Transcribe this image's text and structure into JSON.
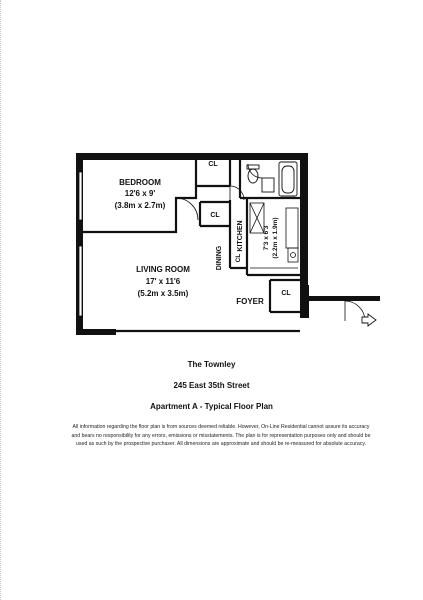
{
  "rooms": {
    "bedroom": {
      "name": "BEDROOM",
      "dim_ft": "12'6 x 9'",
      "dim_m": "(3.8m x 2.7m)"
    },
    "living": {
      "name": "LIVING ROOM",
      "dim_ft": "17' x 11'6",
      "dim_m": "(5.2m x 3.5m)"
    },
    "kitchen": {
      "name": "KITCHEN",
      "dim_ft": "7'3 x 6'3",
      "dim_m": "(2.2m x 1.9m)"
    },
    "dining": "DINING",
    "foyer": "FOYER",
    "closet": "CL"
  },
  "building": {
    "name": "The Townley",
    "address": "245 East 35th Street",
    "unit": "Apartment A - Typical Floor Plan"
  },
  "disclaimer": [
    "All information regarding the floor plan is from sources deemed reliable.  However, On-Line Residential cannot assure its accuracy",
    "and bears no responsibility for any errors, emissions or misstatements.  The plan is for representation purposes only and should be",
    "used as such by the prospective purchaser.  All dimensions are approximate and should be re-measured for absolute accuracy."
  ]
}
